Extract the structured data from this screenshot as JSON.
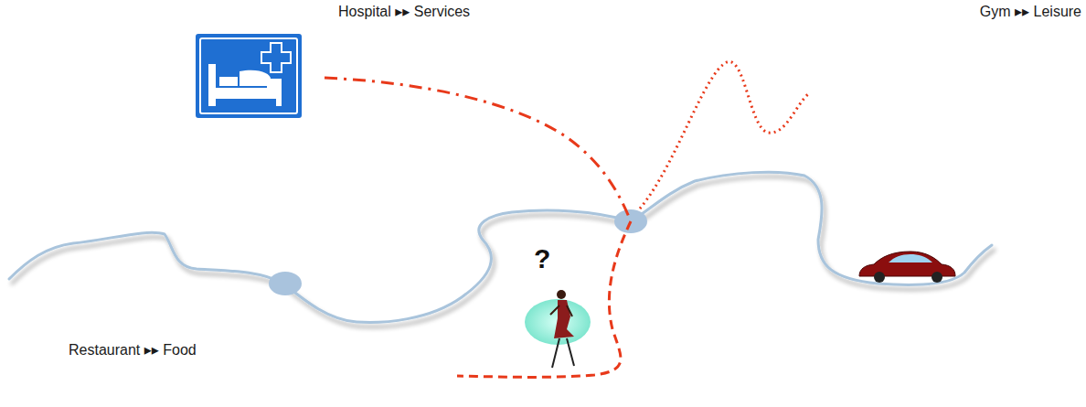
{
  "diagram": {
    "labels": [
      "Hospital ▸▸ Services",
      "Gym ▸▸ Leisure",
      "Restaurant ▸▸ Food",
      "?"
    ]
  }
}
